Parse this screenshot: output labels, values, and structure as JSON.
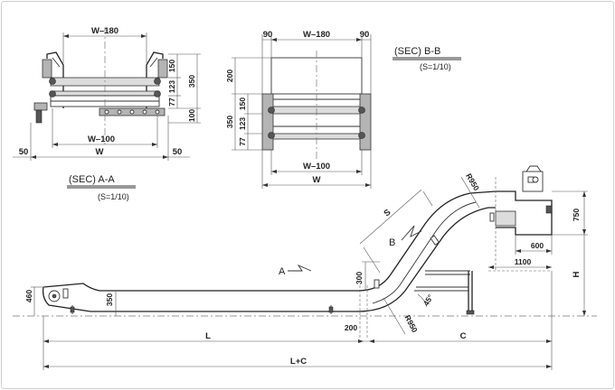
{
  "section_aa": {
    "title": "(SEC)  A-A",
    "scale": "(S=1/10)",
    "dim_top": "W–180",
    "dim_inner": "W–100",
    "dim_w": "W",
    "dim_left": "50",
    "dim_right": "50",
    "dim_h1": "150",
    "dim_h2": "123",
    "dim_h3": "77",
    "dim_h4": "350",
    "dim_h5": "100"
  },
  "section_bb": {
    "title": "(SEC)  B-B",
    "scale": "(S=1/10)",
    "dim_top_left": "90",
    "dim_top": "W–180",
    "dim_top_right": "90",
    "dim_inner": "W–100",
    "dim_w": "W",
    "dim_200": "200",
    "dim_150": "150",
    "dim_123": "123",
    "dim_77": "77",
    "dim_350": "350"
  },
  "side_view": {
    "label_s": "S",
    "label_b": "B",
    "label_a": "A",
    "dim_460": "460",
    "dim_350": "350",
    "dim_300": "300",
    "dim_200": "200",
    "dim_45": "45°",
    "dim_r950_top": "R950",
    "dim_r950_bot": "R950",
    "dim_750": "750",
    "dim_600": "600",
    "dim_1100": "1100",
    "dim_h": "H",
    "dim_l": "L",
    "dim_c": "C",
    "dim_lc": "L+C"
  }
}
